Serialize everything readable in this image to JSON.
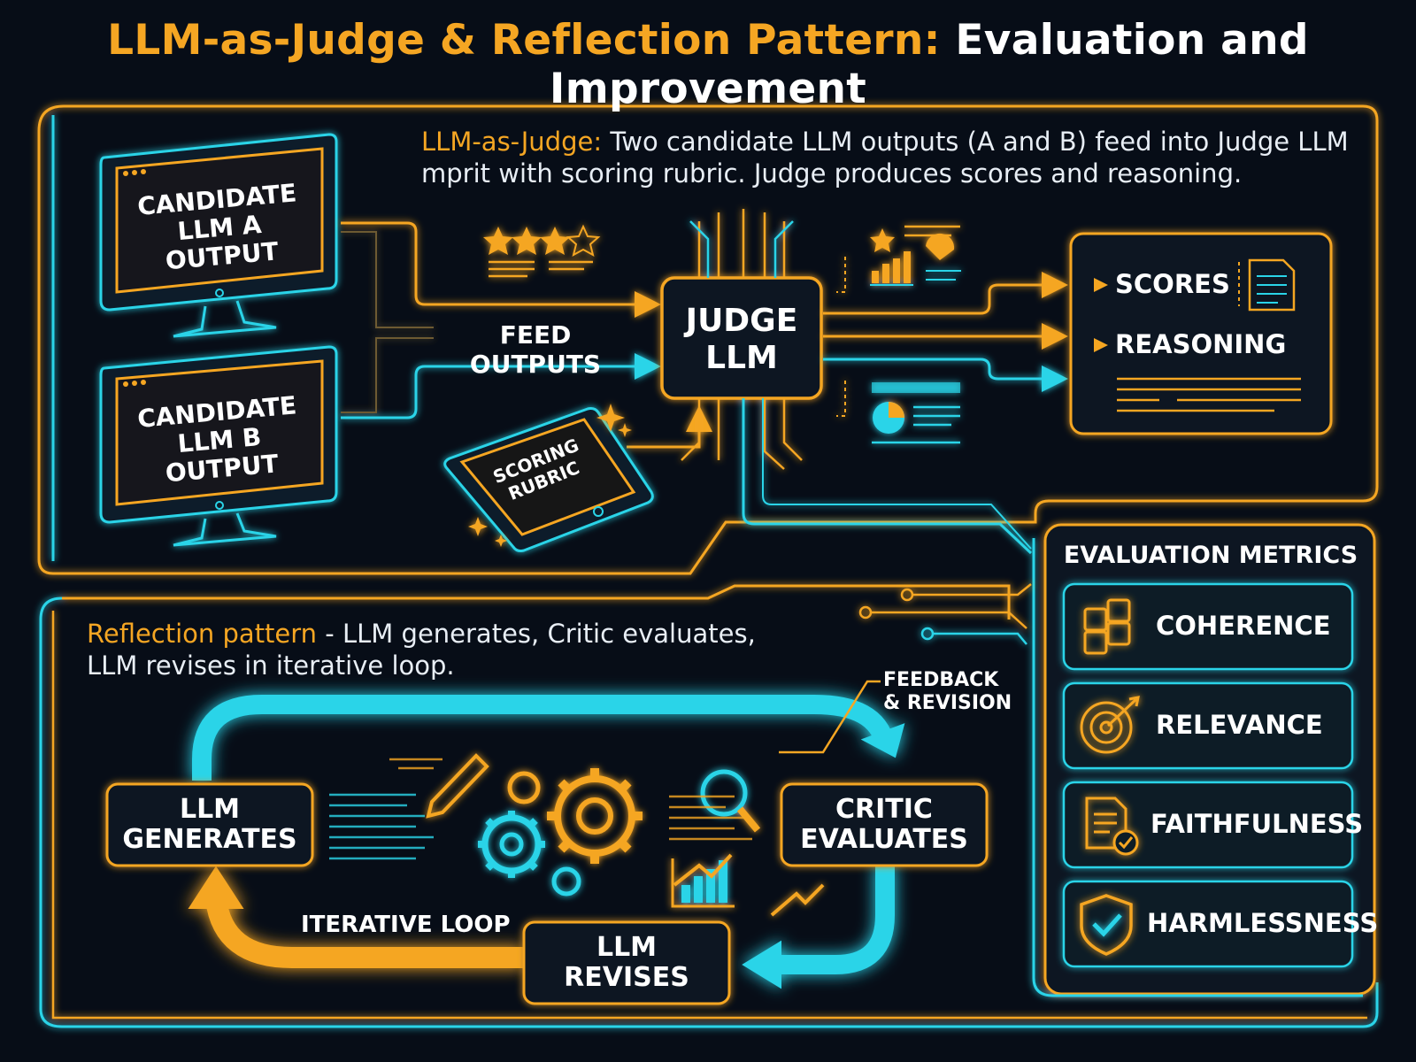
{
  "title": {
    "highlight": "LLM-as-Judge & Reflection Pattern:",
    "rest": "Evaluation and Improvement"
  },
  "judge_section": {
    "description_highlight": "LLM-as-Judge:",
    "description_line1": "Two candidate LLM outputs (A and B) feed into Judge LLM",
    "description_line2": "mprit with scoring rubric. Judge produces scores and reasoning.",
    "candidate_a": [
      "CANDIDATE",
      "LLM A OUTPUT"
    ],
    "candidate_b": [
      "CANDIDATE",
      "LLM B OUTPUT"
    ],
    "feed_label": "FEED OUTPUTS",
    "rubric": [
      "SCORING",
      "RUBRIC"
    ],
    "judge": [
      "JUDGE",
      "LLM"
    ],
    "results": [
      "SCORES",
      "REASONING"
    ]
  },
  "metrics": {
    "heading": "EVALUATION METRICS",
    "items": [
      "COHERENCE",
      "RELEVANCE",
      "FAITHFULNESS",
      "HARMLESSNESS"
    ]
  },
  "reflection_section": {
    "description_highlight": "Reflection pattern",
    "description_line1": "- LLM generates, Critic evaluates,",
    "description_line2": "LLM revises in iterative loop.",
    "generates": [
      "LLM",
      "GENERATES"
    ],
    "critic": [
      "CRITIC",
      "EVALUATES"
    ],
    "revises": [
      "LLM",
      "REVISES"
    ],
    "feedback": [
      "FEEDBACK",
      "& REVISION"
    ],
    "loop_label": "ITERATIVE LOOP"
  },
  "colors": {
    "accent_orange": "#f5a623",
    "accent_cyan": "#2ad4e8",
    "background": "#070d17"
  }
}
